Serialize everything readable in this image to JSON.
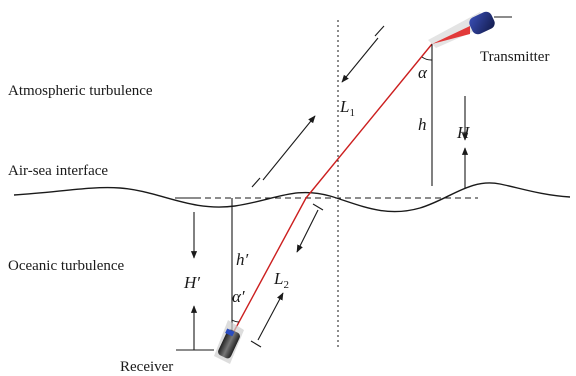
{
  "labels": {
    "transmitter": "Transmitter",
    "receiver": "Receiver",
    "atmospheric": "Atmospheric turbulence",
    "interface": "Air-sea interface",
    "oceanic": "Oceanic turbulence"
  },
  "symbols": {
    "L1_main": "L",
    "L1_sub": "1",
    "L2_main": "L",
    "L2_sub": "2",
    "h": "h",
    "H": "H",
    "h_prime": "h′",
    "H_prime": "H′",
    "alpha": "α",
    "alpha_prime": "α′"
  },
  "colors": {
    "beam": "#cc1f1f",
    "lines": "#1a1a1a",
    "device_dark": "#1f2a6b",
    "device_grey": "#555555"
  },
  "icons": {
    "transmitter": "laser-transmitter-icon",
    "receiver": "receiver-detector-icon"
  }
}
